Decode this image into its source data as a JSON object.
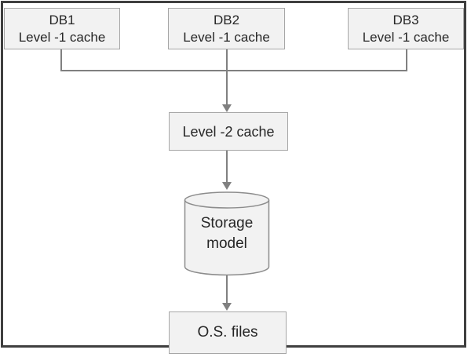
{
  "diagram": {
    "db1": {
      "title": "DB1",
      "subtitle": "Level -1 cache"
    },
    "db2": {
      "title": "DB2",
      "subtitle": "Level -1 cache"
    },
    "db3": {
      "title": "DB3",
      "subtitle": "Level -1 cache"
    },
    "level2_cache": {
      "label": "Level -2 cache"
    },
    "storage_model": {
      "line1": "Storage",
      "line2": "model"
    },
    "os_files": {
      "label": "O.S. files"
    },
    "colors": {
      "node_fill": "#f2f2f2",
      "node_border": "#a6a6a6",
      "connector": "#808080",
      "frame": "#3f3f3f",
      "text": "#262626"
    }
  }
}
